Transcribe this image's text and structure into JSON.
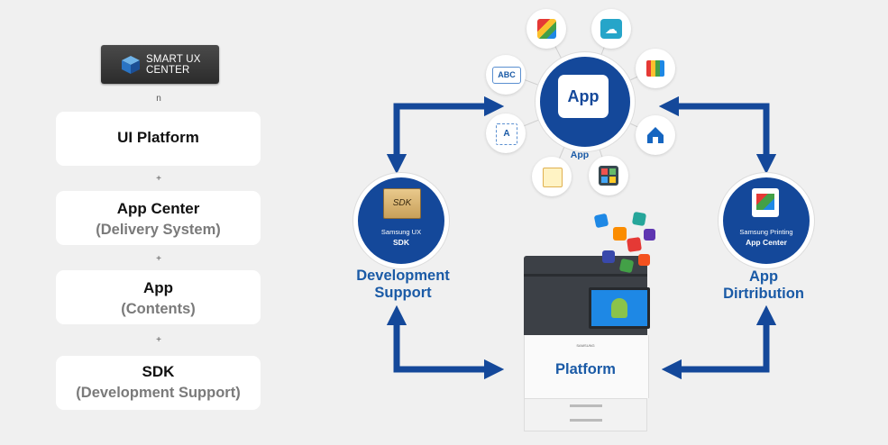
{
  "logo": {
    "line1": "SMART UX",
    "line2": "CENTER"
  },
  "separators": {
    "first": "n",
    "plus": "+"
  },
  "stack": [
    {
      "title": "UI Platform",
      "subtitle": ""
    },
    {
      "title": "App Center",
      "subtitle": "(Delivery System)"
    },
    {
      "title": "App",
      "subtitle": "(Contents)"
    },
    {
      "title": "SDK",
      "subtitle": "(Development Support)"
    }
  ],
  "diagram": {
    "app_hub": {
      "label": "App",
      "small_label": "App"
    },
    "app_icons": [
      "abc-icon",
      "photo-edit-icon",
      "cloud-upload-icon",
      "color-print-icon",
      "home-icon",
      "palette-icon",
      "notes-icon",
      "ocr-scan-icon"
    ],
    "sdk_node": {
      "line1": "Samsung UX",
      "line2": "SDK",
      "caption_line1": "Development",
      "caption_line2": "Support"
    },
    "appcenter_node": {
      "line1": "Samsung Printing",
      "line2": "App Center",
      "caption_line1": "App",
      "caption_line2": "Dirtribution"
    },
    "platform": {
      "label": "Platform",
      "brand": "SAMSUNG"
    },
    "colors": {
      "primary": "#14489a",
      "accent_text": "#1a5aa6",
      "background": "#f0f0f0",
      "android": "#8bc34a"
    }
  }
}
